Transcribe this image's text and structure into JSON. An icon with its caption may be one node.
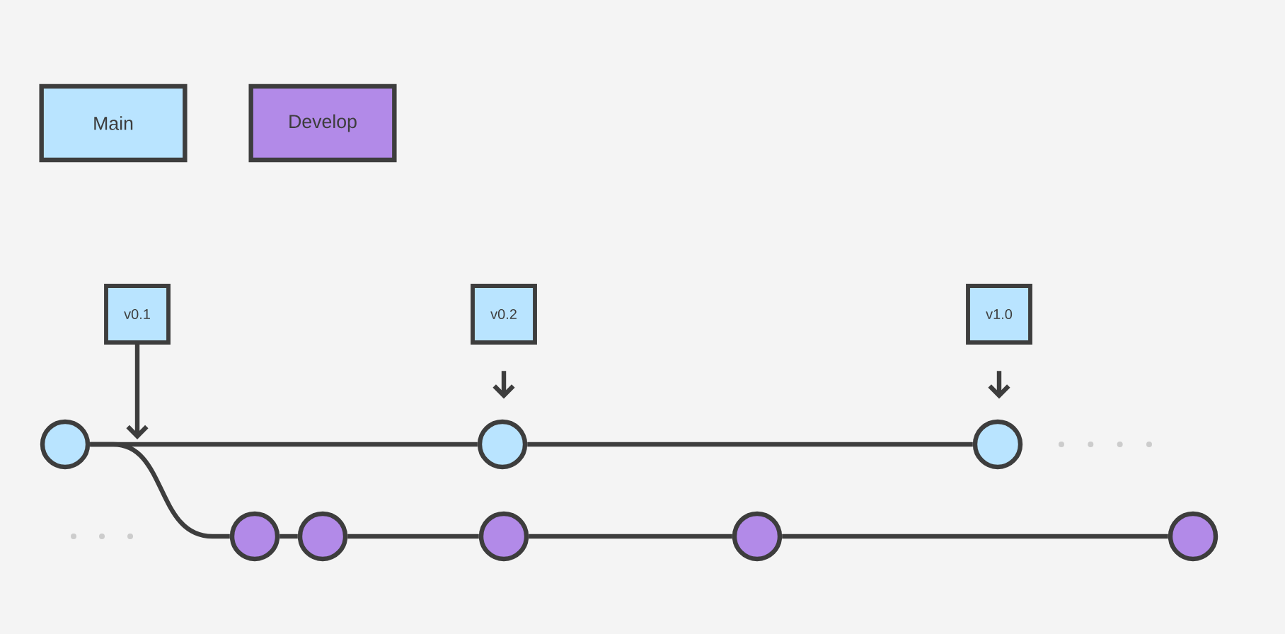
{
  "diagram": {
    "nodes": [
      {
        "text": [
          "v0.1"
        ]
      },
      {
        "text": [
          "v0.2"
        ]
      },
      {
        "text": [
          "v1.0"
        ]
      },
      {
        "text": [],
        "shape": "circle"
      },
      {
        "text": [],
        "shape": "circle"
      },
      {
        "text": [],
        "shape": "circle"
      },
      {
        "text": [],
        "shape": "circle"
      },
      {
        "text": [],
        "shape": "circle"
      },
      {
        "text": [],
        "shape": "circle"
      },
      {
        "text": [],
        "shape": "circle"
      },
      {
        "text": [],
        "shape": "circle"
      }
    ],
    "edges": [
      {
        "from": 0,
        "to": null,
        "arrow": "to"
      },
      {
        "from": 1,
        "to": 4,
        "arrow": "to"
      },
      {
        "from": 2,
        "to": 5,
        "arrow": "to"
      },
      {
        "from": 3,
        "to": 4,
        "arrow": "none"
      },
      {
        "from": 4,
        "to": 5,
        "arrow": "none"
      },
      {
        "from": 3,
        "to": 6,
        "arrow": "none"
      },
      {
        "from": 6,
        "to": 7,
        "arrow": "none"
      },
      {
        "from": 7,
        "to": 8,
        "arrow": "none"
      },
      {
        "from": 8,
        "to": 9,
        "arrow": "none"
      },
      {
        "from": 9,
        "to": 10,
        "arrow": "none"
      }
    ],
    "legend": [
      {
        "text": "Main",
        "color": "#b9e4ff"
      },
      {
        "text": "Develop",
        "color": "#b28ae8"
      }
    ]
  }
}
